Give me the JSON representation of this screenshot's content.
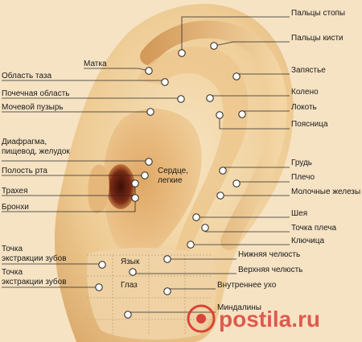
{
  "colors": {
    "skin_light": "#f4dcb2",
    "skin_mid": "#e8bf86",
    "skin_dark": "#c98f52",
    "canal": "#5a1f10",
    "leader": "#2a2a2a",
    "watermark": "#d9443a"
  },
  "watermark": {
    "text": "postila.ru",
    "icon": "postila-logo-icon"
  },
  "labels": [
    {
      "id": "toes",
      "lines": [
        "Пальцы стопы"
      ]
    },
    {
      "id": "fingers",
      "lines": [
        "Пальцы кисти"
      ]
    },
    {
      "id": "uterus",
      "lines": [
        "Матка"
      ]
    },
    {
      "id": "pelvis",
      "lines": [
        "Область таза"
      ]
    },
    {
      "id": "wrist",
      "lines": [
        "Запястье"
      ]
    },
    {
      "id": "kidney",
      "lines": [
        "Почечная область"
      ]
    },
    {
      "id": "knee",
      "lines": [
        "Колено"
      ]
    },
    {
      "id": "bladder",
      "lines": [
        "Мочевой пузырь"
      ]
    },
    {
      "id": "elbow",
      "lines": [
        "Локоть"
      ]
    },
    {
      "id": "lumbar",
      "lines": [
        "Поясница"
      ]
    },
    {
      "id": "diaphragm",
      "lines": [
        "Диафрагма,",
        "пищевод, желудок"
      ]
    },
    {
      "id": "chest",
      "lines": [
        "Грудь"
      ]
    },
    {
      "id": "mouth",
      "lines": [
        "Полость рта"
      ]
    },
    {
      "id": "heart",
      "lines": [
        "Сердце,",
        "легкие"
      ]
    },
    {
      "id": "shoulder",
      "lines": [
        "Плечо"
      ]
    },
    {
      "id": "trachea",
      "lines": [
        "Трахея"
      ]
    },
    {
      "id": "mammary",
      "lines": [
        "Молочные железы"
      ]
    },
    {
      "id": "bronchi",
      "lines": [
        "Бронхи"
      ]
    },
    {
      "id": "neck",
      "lines": [
        "Шея"
      ]
    },
    {
      "id": "shoulder_point",
      "lines": [
        "Точка плеча"
      ]
    },
    {
      "id": "clavicle",
      "lines": [
        "Ключица"
      ]
    },
    {
      "id": "teeth1",
      "lines": [
        "Точка",
        "экстракции зубов"
      ]
    },
    {
      "id": "tongue",
      "lines": [
        "Язык"
      ]
    },
    {
      "id": "lower_jaw",
      "lines": [
        "Нижняя челюсть"
      ]
    },
    {
      "id": "upper_jaw",
      "lines": [
        "Верхняя челюсть"
      ]
    },
    {
      "id": "teeth2",
      "lines": [
        "Точка",
        "экстракции зубов"
      ]
    },
    {
      "id": "eye",
      "lines": [
        "Глаз"
      ]
    },
    {
      "id": "inner_ear",
      "lines": [
        "Внутреннее ухо"
      ]
    },
    {
      "id": "tonsils",
      "lines": [
        "Миндалины"
      ]
    }
  ]
}
